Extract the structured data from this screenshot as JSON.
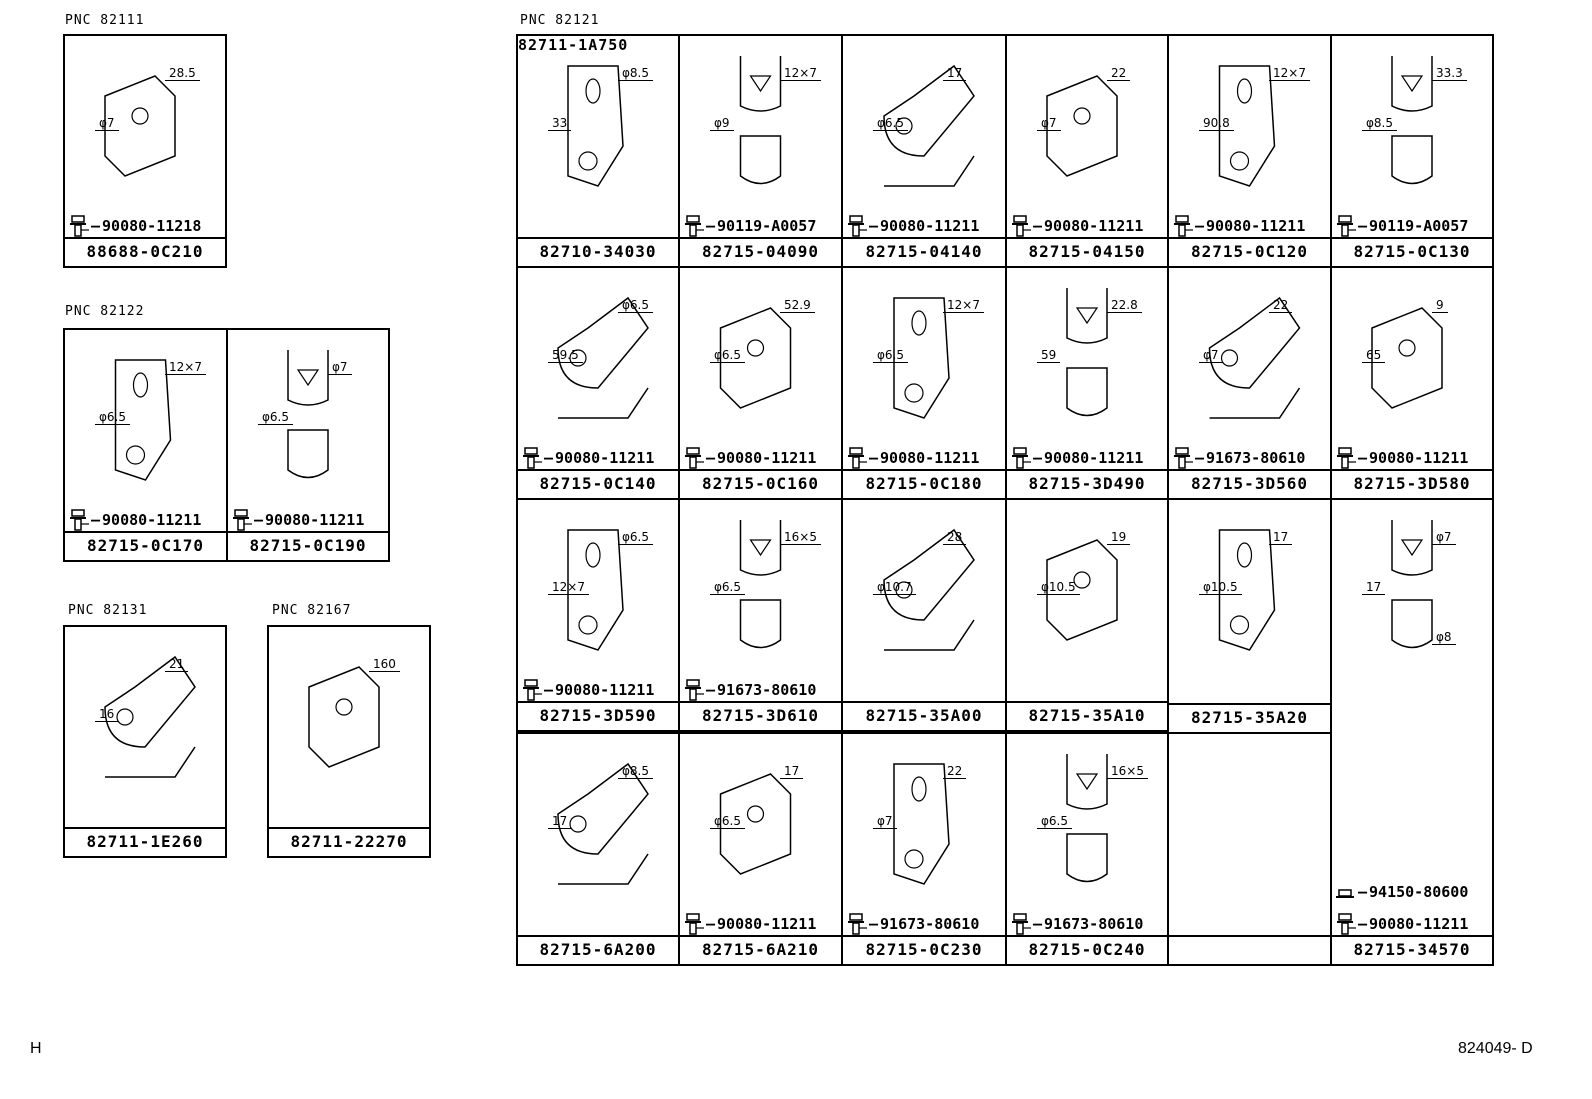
{
  "pnc_labels": [
    "PNC 82111",
    "PNC 82121",
    "PNC 82122",
    "PNC 82131",
    "PNC 82167"
  ],
  "footer": {
    "left": "H",
    "right": "824049- D"
  },
  "groups": {
    "g82111": {
      "cells": [
        {
          "part": "88688-0C210",
          "bolts": [
            "90080-11218"
          ],
          "dims": [
            "28.5",
            "φ7"
          ]
        }
      ]
    },
    "g82122": {
      "cells": [
        {
          "part": "82715-0C170",
          "bolts": [
            "90080-11211"
          ],
          "dims": [
            "12×7",
            "φ6.5"
          ]
        },
        {
          "part": "82715-0C190",
          "bolts": [
            "90080-11211"
          ],
          "dims": [
            "φ7",
            "φ6.5"
          ]
        }
      ]
    },
    "g82131": {
      "cells": [
        {
          "part": "82711-1E260",
          "bolts": [],
          "dims": [
            "21",
            "16"
          ]
        }
      ]
    },
    "g82167": {
      "cells": [
        {
          "part": "82711-22270",
          "bolts": [],
          "dims": [
            "160"
          ]
        }
      ]
    },
    "g82121": {
      "top_callout": "82711-1A750",
      "cells": [
        {
          "part": "82710-34030",
          "bolts": [],
          "dims": [
            "φ8.5",
            "33"
          ]
        },
        {
          "part": "82715-04090",
          "bolts": [
            "90119-A0057"
          ],
          "dims": [
            "12×7",
            "φ9"
          ]
        },
        {
          "part": "82715-04140",
          "bolts": [
            "90080-11211"
          ],
          "dims": [
            "17",
            "φ6.5"
          ]
        },
        {
          "part": "82715-04150",
          "bolts": [
            "90080-11211"
          ],
          "dims": [
            "22",
            "φ7"
          ]
        },
        {
          "part": "82715-0C120",
          "bolts": [
            "90080-11211"
          ],
          "dims": [
            "12×7",
            "90.8"
          ]
        },
        {
          "part": "82715-0C130",
          "bolts": [
            "90119-A0057"
          ],
          "dims": [
            "33.3",
            "φ8.5"
          ]
        },
        {
          "part": "82715-0C140",
          "bolts": [
            "90080-11211"
          ],
          "dims": [
            "φ6.5",
            "59.5"
          ]
        },
        {
          "part": "82715-0C160",
          "bolts": [
            "90080-11211"
          ],
          "dims": [
            "52.9",
            "φ6.5"
          ]
        },
        {
          "part": "82715-0C180",
          "bolts": [
            "90080-11211"
          ],
          "dims": [
            "12×7",
            "φ6.5"
          ]
        },
        {
          "part": "82715-3D490",
          "bolts": [
            "90080-11211"
          ],
          "dims": [
            "22.8",
            "59"
          ]
        },
        {
          "part": "82715-3D560",
          "bolts": [
            "91673-80610"
          ],
          "dims": [
            "22",
            "φ7"
          ]
        },
        {
          "part": "82715-3D580",
          "bolts": [
            "90080-11211"
          ],
          "dims": [
            "9",
            "65"
          ]
        },
        {
          "part": "82715-3D590",
          "bolts": [
            "90080-11211"
          ],
          "dims": [
            "φ6.5",
            "12×7"
          ]
        },
        {
          "part": "82715-3D610",
          "bolts": [
            "91673-80610"
          ],
          "dims": [
            "16×5",
            "φ6.5"
          ]
        },
        {
          "part": "82715-35A00",
          "bolts": [],
          "dims": [
            "28",
            "φ10.7"
          ]
        },
        {
          "part": "82715-35A10",
          "bolts": [],
          "dims": [
            "19",
            "φ10.5"
          ]
        },
        {
          "part": "82715-35A20",
          "bolts": [],
          "dims": [
            "17",
            "φ10.5"
          ]
        },
        {
          "part": "82715-34570",
          "bolts": [
            "94150-80600",
            "90080-11211"
          ],
          "dims": [
            "φ7",
            "17",
            "φ8"
          ]
        },
        {
          "part": "82715-6A200",
          "bolts": [],
          "dims": [
            "φ8.5",
            "17"
          ]
        },
        {
          "part": "82715-6A210",
          "bolts": [
            "90080-11211"
          ],
          "dims": [
            "17",
            "φ6.5"
          ]
        },
        {
          "part": "82715-0C230",
          "bolts": [
            "91673-80610"
          ],
          "dims": [
            "22",
            "φ7"
          ]
        },
        {
          "part": "82715-0C240",
          "bolts": [
            "91673-80610"
          ],
          "dims": [
            "16×5",
            "φ6.5"
          ]
        },
        {
          "part": "",
          "bolts": [],
          "dims": []
        }
      ]
    }
  }
}
